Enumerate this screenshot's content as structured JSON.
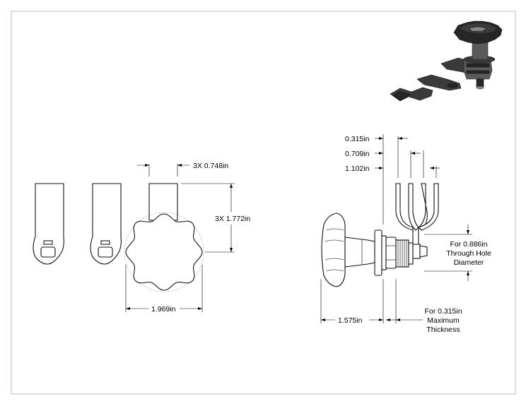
{
  "dimensions": {
    "cam_width": "3X 0.748in",
    "cam_length": "3X 1.772in",
    "knob_diameter": "1.969in",
    "offset_1": "0.315in",
    "offset_2": "0.709in",
    "offset_3": "1.102in",
    "through_hole_line1": "For 0.886in",
    "through_hole_line2": "Through Hole",
    "through_hole_line3": "Diameter",
    "body_length": "1.575in",
    "thickness_line1": "For 0.315in",
    "thickness_line2": "Maximum",
    "thickness_line3": "Thickness"
  }
}
